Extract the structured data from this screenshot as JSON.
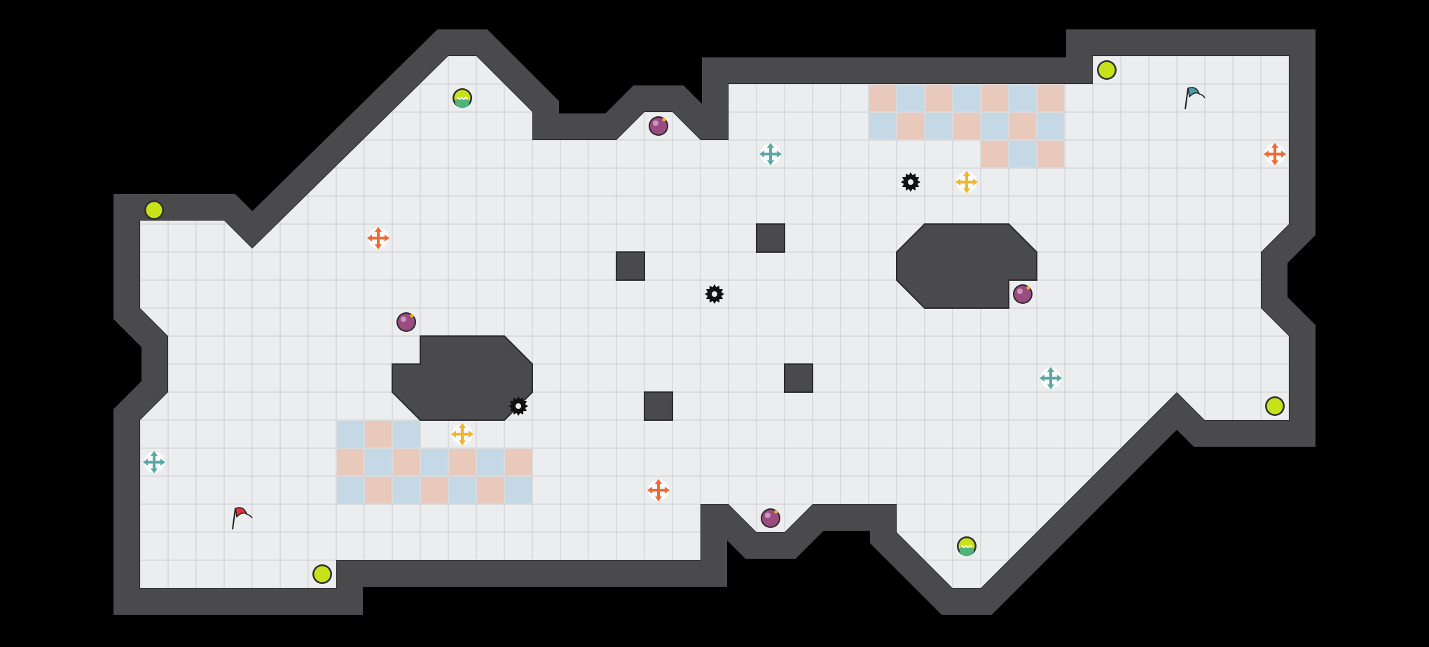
{
  "game": {
    "grid": {
      "cols": 42,
      "rows": 20
    },
    "colors": {
      "background": "#000000",
      "wall": "#4a4a4c",
      "wall_edge": "#2b2b2d",
      "floor": "#ecedef",
      "floor_line": "#c9cacd",
      "tile_pink": "#e9c9bc",
      "tile_blue": "#c5d8e6",
      "coin": "#c8e21a",
      "coin_ring": "#2f2f2f",
      "orb": "#9a4b82",
      "flag_red": "#e0343c",
      "flag_teal": "#4b9aa8",
      "arrow_orange": "#f06a35",
      "arrow_teal": "#5aa9a6",
      "arrow_yellow": "#f3b52a",
      "saw": "#111111"
    },
    "entities": [
      {
        "kind": "spawn-flag",
        "color": "red",
        "cell": [
          3,
          16
        ]
      },
      {
        "kind": "goal-flag",
        "color": "teal",
        "cell": [
          37,
          1
        ]
      },
      {
        "kind": "coin",
        "cell": [
          0,
          5
        ]
      },
      {
        "kind": "coin",
        "cell": [
          6,
          18
        ]
      },
      {
        "kind": "coin",
        "cell": [
          34,
          0
        ]
      },
      {
        "kind": "coin",
        "cell": [
          40,
          12
        ]
      },
      {
        "kind": "spring-coin",
        "cell": [
          11,
          1
        ]
      },
      {
        "kind": "spring-coin",
        "cell": [
          29,
          17
        ]
      },
      {
        "kind": "orb",
        "cell": [
          18,
          2
        ]
      },
      {
        "kind": "orb",
        "cell": [
          9,
          9
        ]
      },
      {
        "kind": "orb",
        "cell": [
          31,
          8
        ]
      },
      {
        "kind": "orb",
        "cell": [
          22,
          16
        ]
      },
      {
        "kind": "saw",
        "cell": [
          27,
          4
        ]
      },
      {
        "kind": "saw",
        "cell": [
          20,
          8
        ]
      },
      {
        "kind": "saw",
        "cell": [
          13,
          12
        ]
      },
      {
        "kind": "arrow-pad",
        "color": "orange",
        "cell": [
          8,
          6
        ]
      },
      {
        "kind": "arrow-pad",
        "color": "orange",
        "cell": [
          18,
          15
        ]
      },
      {
        "kind": "arrow-pad",
        "color": "orange",
        "cell": [
          40,
          3
        ]
      },
      {
        "kind": "arrow-pad",
        "color": "teal",
        "cell": [
          22,
          3
        ]
      },
      {
        "kind": "arrow-pad",
        "color": "teal",
        "cell": [
          0,
          14
        ]
      },
      {
        "kind": "arrow-pad",
        "color": "teal",
        "cell": [
          32,
          11
        ]
      },
      {
        "kind": "arrow-pad",
        "color": "yellow",
        "cell": [
          29,
          4
        ]
      },
      {
        "kind": "arrow-pad",
        "color": "yellow",
        "cell": [
          11,
          13
        ]
      }
    ]
  }
}
